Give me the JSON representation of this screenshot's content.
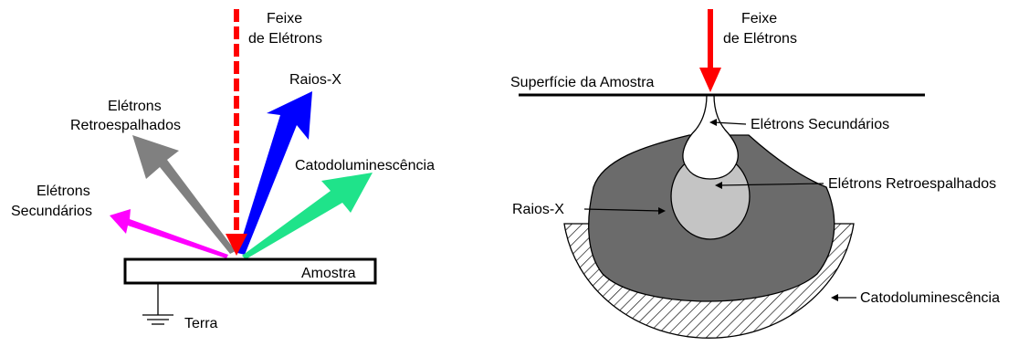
{
  "left_diagram": {
    "beam_label_line1": "Feixe",
    "beam_label_line2": "de Elétrons",
    "xray_label": "Raios-X",
    "backscattered_label_line1": "Elétrons",
    "backscattered_label_line2": "Retroespalhados",
    "cathodo_label": "Catodoluminescência",
    "secondary_label_line1": "Elétrons",
    "secondary_label_line2": "Secundários",
    "sample_label": "Amostra",
    "ground_label": "Terra"
  },
  "right_diagram": {
    "beam_label_line1": "Feixe",
    "beam_label_line2": "de Elétrons",
    "surface_label": "Superfície da Amostra",
    "secondary_label": "Elétrons Secundários",
    "backscattered_label": "Elétrons Retroespalhados",
    "xray_label": "Raios-X",
    "cathodo_label": "Catodoluminescência"
  },
  "colors": {
    "beam": "#ff0000",
    "xray_arrow": "#0000ff",
    "backscattered_arrow": "#808080",
    "cathodo_arrow": "#1fe38a",
    "secondary_arrow": "#ff00ff",
    "xray_region": "#6b6b6b",
    "backscattered_region": "#c4c4c4",
    "secondary_region": "#ffffff"
  }
}
